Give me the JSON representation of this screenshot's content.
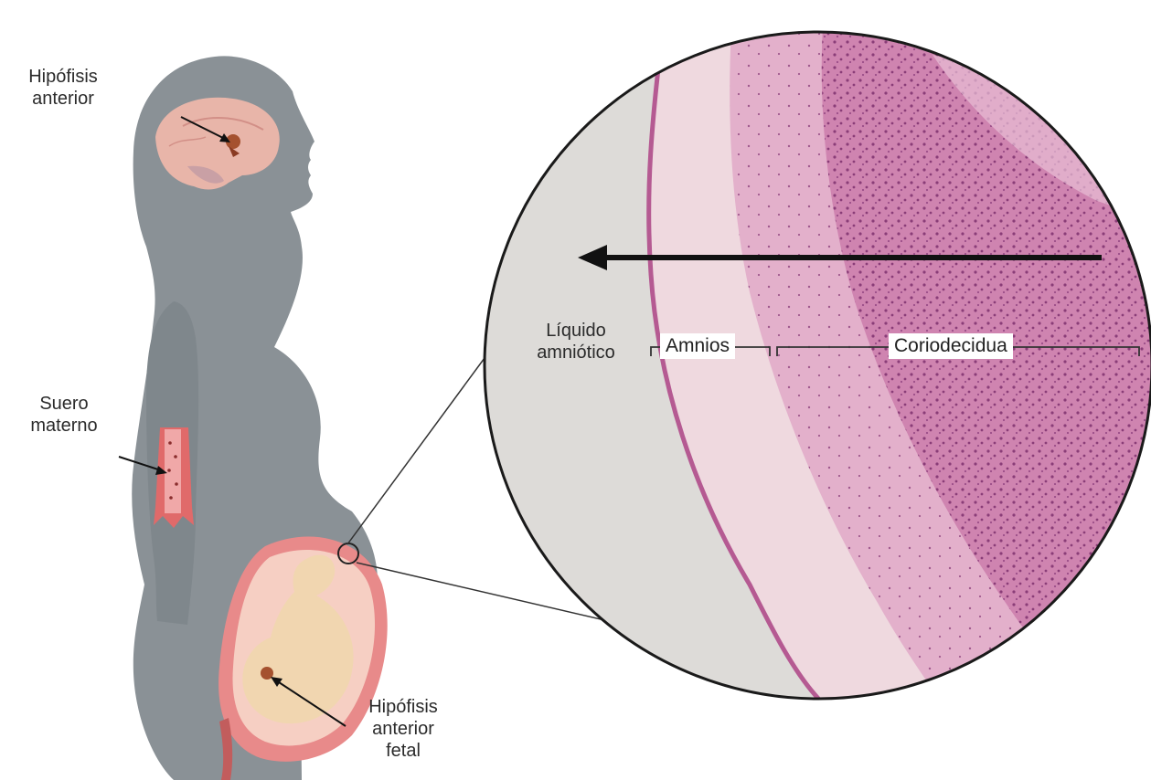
{
  "labels": {
    "maternal_pituitary": [
      "Hipófisis",
      "anterior"
    ],
    "maternal_serum": [
      "Suero",
      "materno"
    ],
    "fetal_pituitary": [
      "Hipófisis",
      "anterior",
      "fetal"
    ],
    "amniotic_fluid": [
      "Líquido",
      "amniótico"
    ],
    "amnion": "Amnios",
    "choriodecidua": "Coriodecidua"
  },
  "colors": {
    "silhouette": "#8a9196",
    "brain": "#e8b5a9",
    "vessel": "#e06a6a",
    "uterus": "#e88a8a",
    "fetus": "#f1d6b0",
    "tissue_light": "#eed0dc",
    "tissue_dark": "#c56a9c",
    "fluid": "#dddbd8"
  }
}
